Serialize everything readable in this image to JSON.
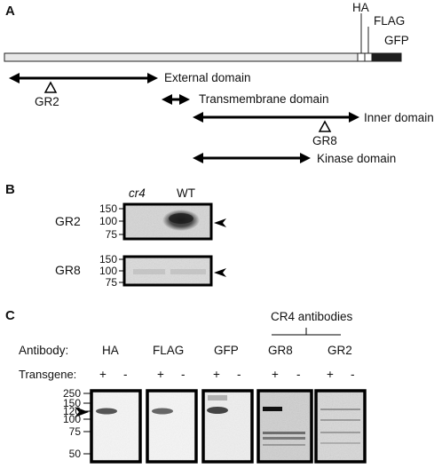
{
  "panelA": {
    "letter": "A",
    "tags": {
      "ha": "HA",
      "flag": "FLAG",
      "gfp": "GFP"
    },
    "domains": {
      "external": "External domain",
      "transmembrane": "Transmembrane domain",
      "inner": "Inner domain",
      "kinase": "Kinase domain"
    },
    "epitopes": {
      "gr2": "GR2",
      "gr8": "GR8"
    }
  },
  "panelB": {
    "letter": "B",
    "lanes": {
      "cr4": "cr4",
      "wt": "WT"
    },
    "blots": [
      {
        "label": "GR2",
        "ticks": [
          "150",
          "100",
          "75"
        ]
      },
      {
        "label": "GR8",
        "ticks": [
          "150",
          "100",
          "75"
        ]
      }
    ]
  },
  "panelC": {
    "letter": "C",
    "group_label": "CR4 antibodies",
    "row_antibody": "Antibody:",
    "row_transgene": "Transgene:",
    "antibodies": [
      "HA",
      "FLAG",
      "GFP",
      "GR8",
      "GR2"
    ],
    "plus": "+",
    "minus": "-",
    "ticks": [
      "250",
      "150",
      "120",
      "100",
      "75",
      "50"
    ]
  }
}
